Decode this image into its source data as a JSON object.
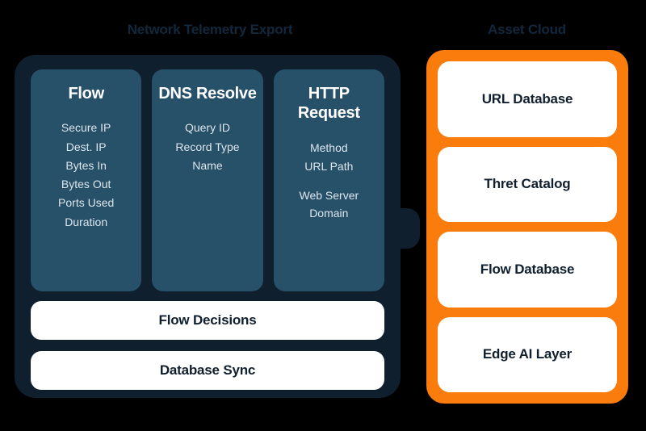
{
  "colors": {
    "background": "#000000",
    "panel_navy": "#101f2e",
    "column_slate": "#275069",
    "accent_orange": "#f97c0c",
    "card_white": "#ffffff",
    "heading_navy": "#12283c",
    "item_text": "#dce5ec"
  },
  "telemetry": {
    "heading": "Network Telemetry Export",
    "columns": [
      {
        "title": "Flow",
        "items": [
          "Secure IP",
          "Dest. IP",
          "Bytes In",
          "Bytes Out",
          "Ports Used",
          "Duration"
        ],
        "spaced_from_index": -1
      },
      {
        "title": "DNS\nResolve",
        "items": [
          "Query ID",
          "Record Type",
          "Name"
        ],
        "spaced_from_index": -1
      },
      {
        "title": "HTTP\nRequest",
        "items": [
          "Method",
          "URL Path",
          "Web Server\nDomain"
        ],
        "spaced_from_index": 2
      }
    ],
    "bars": [
      "Flow Decisions",
      "Database Sync"
    ]
  },
  "asset_cloud": {
    "heading": "Asset Cloud",
    "cards": [
      "URL Database",
      "Thret Catalog",
      "Flow Database",
      "Edge AI Layer"
    ]
  }
}
